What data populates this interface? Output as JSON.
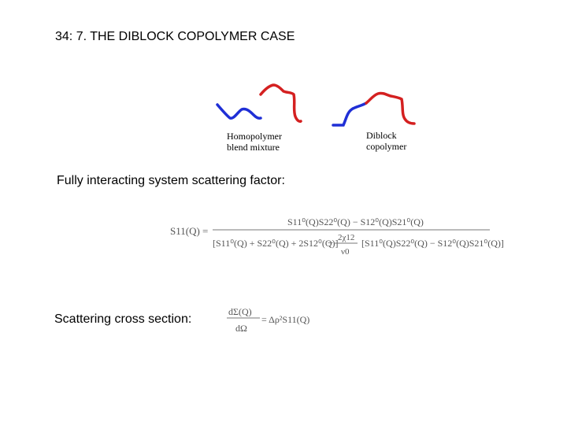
{
  "slide": {
    "title": "34: 7. THE DIBLOCK COPOLYMER CASE",
    "homopolymer_label": [
      "Homopolymer",
      "blend mixture"
    ],
    "diblock_label": [
      "Diblock",
      "copolymer"
    ],
    "scattering_factor_label": "Fully interacting system scattering factor:",
    "cross_section_label": "Scattering cross section:"
  },
  "equations": {
    "s11_lhs": "S11(Q) =",
    "s11_numerator": "S11⁰(Q)S22⁰(Q) − S12⁰(Q)S21⁰(Q)",
    "s11_denominator_a": "[S11⁰(Q) + S22⁰(Q) + 2S12⁰(Q)]",
    "s11_chi_num": "2χ12",
    "s11_chi_den": "ν0",
    "s11_denominator_b": "[S11⁰(Q)S22⁰(Q) − S12⁰(Q)S21⁰(Q)]",
    "cs_num": "dΣ(Q)",
    "cs_den": "dΩ",
    "cs_rhs": "= Δρ²S11(Q)"
  },
  "colors": {
    "blue_chain": "#1f2fd6",
    "red_chain": "#d42020"
  }
}
